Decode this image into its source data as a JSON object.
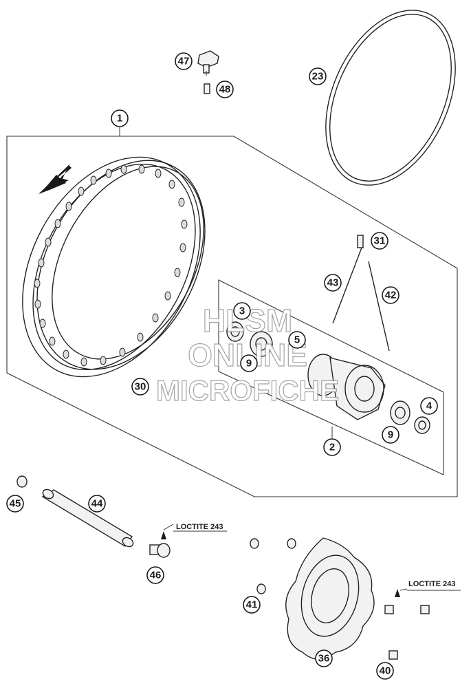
{
  "callouts": [
    {
      "id": "c1",
      "label": "1"
    },
    {
      "id": "c2",
      "label": "2"
    },
    {
      "id": "c3",
      "label": "3"
    },
    {
      "id": "c4",
      "label": "4"
    },
    {
      "id": "c5",
      "label": "5"
    },
    {
      "id": "c9a",
      "label": "9"
    },
    {
      "id": "c9b",
      "label": "9"
    },
    {
      "id": "c23",
      "label": "23"
    },
    {
      "id": "c30",
      "label": "30"
    },
    {
      "id": "c31",
      "label": "31"
    },
    {
      "id": "c36",
      "label": "36"
    },
    {
      "id": "c40",
      "label": "40"
    },
    {
      "id": "c41",
      "label": "41"
    },
    {
      "id": "c42",
      "label": "42"
    },
    {
      "id": "c43",
      "label": "43"
    },
    {
      "id": "c44",
      "label": "44"
    },
    {
      "id": "c45",
      "label": "45"
    },
    {
      "id": "c46",
      "label": "46"
    },
    {
      "id": "c47",
      "label": "47"
    },
    {
      "id": "c48",
      "label": "48"
    }
  ],
  "notes": {
    "axle_loctite": "LOCTITE 243",
    "disc_loctite": "LOCTITE 243"
  },
  "watermark": {
    "line1": "HLSM",
    "line2": "ONLINE",
    "line3": "MICROFICHE"
  }
}
